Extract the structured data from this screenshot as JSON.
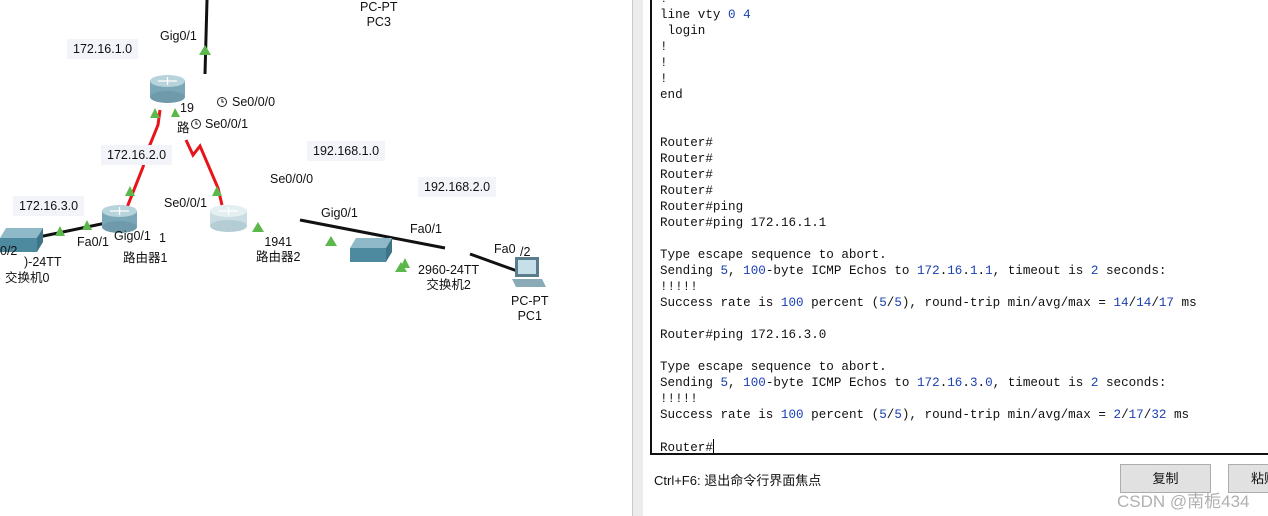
{
  "topology": {
    "networks": [
      "172.16.1.0",
      "172.16.2.0",
      "172.16.3.0",
      "192.168.1.0",
      "192.168.2.0"
    ],
    "ports": {
      "r0_gig": "Gig0/1",
      "r0_se000": "Se0/0/0",
      "r0_se001": "Se0/0/1",
      "r0_model_partial": "19",
      "r0_name_partial": "路",
      "r1_se001": "Se0/0/1",
      "r1_gig": "Gig0/1",
      "r1_gig_suffix": "1",
      "sw0_fa": "Fa0/1",
      "sw0_port_partial": "0/2",
      "r2_se000": "Se0/0/0",
      "r2_gig": "Gig0/1",
      "sw2_fa01": "Fa0/1",
      "sw2_fa02_a": "Fa0",
      "sw2_fa02_b": "/2"
    },
    "devices": {
      "pc3_model_partial": "PC-PT",
      "pc3_name": "PC3",
      "router1_name": "路由器1",
      "router2_model": "1941",
      "router2_name": "路由器2",
      "switch0_model_partial": ")-24TT",
      "switch0_name": "交换机0",
      "switch2_model": "2960-24TT",
      "switch2_name": "交换机2",
      "pc1_model": "PC-PT",
      "pc1_name": "PC1"
    }
  },
  "terminal": {
    "lines": [
      "!",
      "line vty 0 4",
      " login",
      "!",
      "!",
      "!",
      "end",
      "",
      "",
      "Router#",
      "Router#",
      "Router#",
      "Router#",
      "Router#ping",
      "Router#ping 172.16.1.1",
      "",
      "Type escape sequence to abort.",
      "Sending 5, 100-byte ICMP Echos to 172.16.1.1, timeout is 2 seconds:",
      "!!!!!",
      "Success rate is 100 percent (5/5), round-trip min/avg/max = 14/14/17 ms",
      "",
      "Router#ping 172.16.3.0",
      "",
      "Type escape sequence to abort.",
      "Sending 5, 100-byte ICMP Echos to 172.16.3.0, timeout is 2 seconds:",
      "!!!!!",
      "Success rate is 100 percent (5/5), round-trip min/avg/max = 2/17/32 ms",
      "",
      "Router#"
    ]
  },
  "footer": {
    "hint": "Ctrl+F6:  退出命令行界面焦点",
    "copy_label": "复制",
    "paste_label": "粘贴",
    "watermark": "CSDN @南栀434"
  },
  "colors": {
    "serial_link": "#e8141a",
    "ethernet_link": "#111111",
    "port_up": "#5cb84a",
    "number_text": "#1a3fb0"
  }
}
